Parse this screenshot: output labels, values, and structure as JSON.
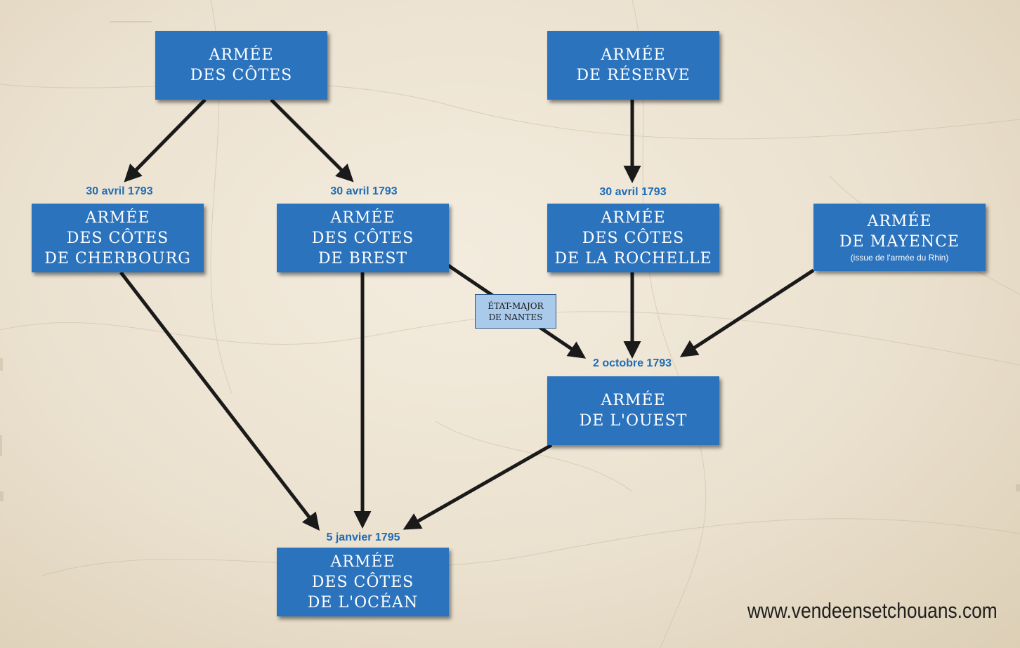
{
  "nodes": {
    "cotes": {
      "line1": "Armée",
      "line2": "des côtes"
    },
    "reserve": {
      "line1": "Armée",
      "line2": "de réserve"
    },
    "cherbourg": {
      "line1": "Armée",
      "line2": "des côtes",
      "line3": "de Cherbourg"
    },
    "brest": {
      "line1": "Armée",
      "line2": "des côtes",
      "line3": "de Brest"
    },
    "rochelle": {
      "line1": "Armée",
      "line2": "des côtes",
      "line3": "de La Rochelle"
    },
    "mayence": {
      "line1": "Armée",
      "line2": "de Mayence",
      "note": "(issue de l'armée du Rhin)"
    },
    "ouest": {
      "line1": "Armée",
      "line2": "de l'Ouest"
    },
    "ocean": {
      "line1": "Armée",
      "line2": "des côtes",
      "line3": "de l'Océan"
    },
    "nantes": {
      "line1": "État-major",
      "line2": "de Nantes"
    }
  },
  "dates": {
    "cherbourg": "30 avril 1793",
    "brest": "30 avril 1793",
    "rochelle": "30 avril 1793",
    "ouest": "2 octobre 1793",
    "ocean": "5 janvier 1795"
  },
  "website": "www.vendeensetchouans.com",
  "colors": {
    "box": "#2c73bd",
    "box_text": "#ffffff",
    "date_text": "#1f6cb6",
    "arrow": "#1a1a1a",
    "small_box": "#a9caea"
  }
}
